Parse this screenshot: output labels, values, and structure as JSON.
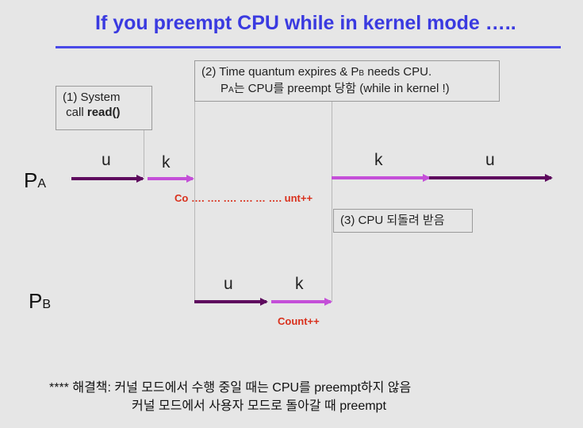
{
  "title": "If you preempt CPU while in kernel mode …..",
  "box1": {
    "line1": "(1) System",
    "line2_a": "call ",
    "line2_b": "read()"
  },
  "box2": {
    "line1_a": "(2) Time quantum expires & P",
    "line1_sub": "B",
    "line1_b": " needs CPU.",
    "line2_a": "P",
    "line2_sub": "A",
    "line2_b": "는 CPU를 preempt 당함 (while in kernel !)"
  },
  "box3": {
    "text": "(3) CPU 되돌려 받음"
  },
  "processes": {
    "pa": {
      "letter": "P",
      "sub": "A"
    },
    "pb": {
      "letter": "P",
      "sub": "B"
    }
  },
  "segment_labels": {
    "pa_u1": "u",
    "pa_k1": "k",
    "pa_k2": "k",
    "pa_u2": "u",
    "pb_u": "u",
    "pb_k": "k"
  },
  "counters": {
    "pa": "Co …. …. ….  ….   …  …. unt++",
    "pb": "Count++"
  },
  "footer": {
    "line1": "**** 해결책: 커널 모드에서 수행 중일 때는 CPU를 preempt하지 않음",
    "line2": "커널 모드에서 사용자 모드로 돌아갈 때 preempt"
  },
  "colors": {
    "title": "#3a3ae0",
    "user_arrow": "#5e0a5e",
    "kernel_arrow": "#c44fd8",
    "counter": "#d9301c"
  }
}
